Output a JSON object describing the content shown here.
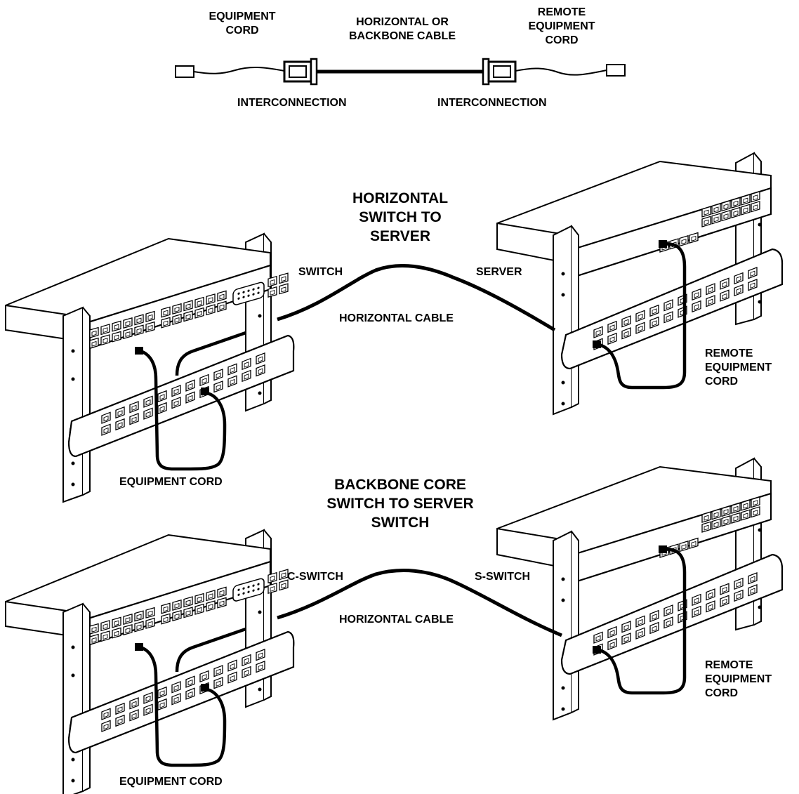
{
  "legend": {
    "equipment_cord": "EQUIPMENT\nCORD",
    "cable": "HORIZONTAL OR\nBACKBONE CABLE",
    "remote_equipment_cord": "REMOTE\nEQUIPMENT\nCORD",
    "interconnection_left": "INTERCONNECTION",
    "interconnection_right": "INTERCONNECTION"
  },
  "scene_top": {
    "title": "HORIZONTAL\nSWITCH TO\nSERVER",
    "left_device": "SWITCH",
    "right_device": "SERVER",
    "cable": "HORIZONTAL CABLE",
    "left_cord": "EQUIPMENT CORD",
    "right_cord": "REMOTE\nEQUIPMENT\nCORD"
  },
  "scene_bottom": {
    "title": "BACKBONE CORE\nSWITCH TO SERVER\nSWITCH",
    "left_device": "C-SWITCH",
    "right_device": "S-SWITCH",
    "cable": "HORIZONTAL CABLE",
    "left_cord": "EQUIPMENT CORD",
    "right_cord": "REMOTE\nEQUIPMENT\nCORD"
  },
  "colors": {
    "ink": "#000000",
    "paper": "#ffffff"
  }
}
